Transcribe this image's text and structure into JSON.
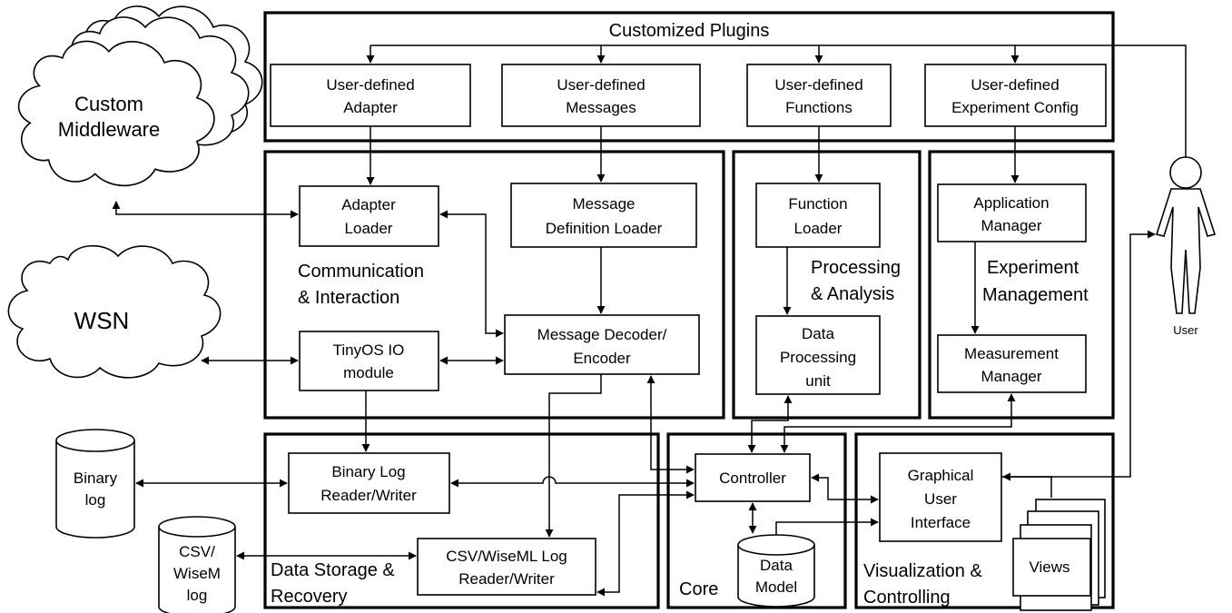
{
  "plugins": {
    "title": "Customized Plugins",
    "adapter": [
      "User-defined",
      "Adapter"
    ],
    "messages": [
      "User-defined",
      "Messages"
    ],
    "functions": [
      "User-defined",
      "Functions"
    ],
    "experiment_config": [
      "User-defined",
      "Experiment Config"
    ]
  },
  "external": {
    "custom_middleware": [
      "Custom",
      "Middleware"
    ],
    "wsn": "WSN",
    "binary_log": [
      "Binary",
      "log"
    ],
    "csv_log": [
      "CSV/",
      "WiseM",
      "log"
    ],
    "user": "User"
  },
  "communication": {
    "title": [
      "Communication",
      "& Interaction"
    ],
    "adapter_loader": [
      "Adapter",
      "Loader"
    ],
    "message_definition_loader": [
      "Message",
      "Definition Loader"
    ],
    "tinyos_io_module": [
      "TinyOS IO",
      "module"
    ],
    "message_decoder_encoder": [
      "Message Decoder/",
      "Encoder"
    ]
  },
  "processing": {
    "title": [
      "Processing",
      "& Analysis"
    ],
    "function_loader": [
      "Function",
      "Loader"
    ],
    "data_processing_unit": [
      "Data",
      "Processing",
      "unit"
    ]
  },
  "experiment": {
    "title": [
      "Experiment",
      "Management"
    ],
    "application_manager": [
      "Application",
      "Manager"
    ],
    "measurement_manager": [
      "Measurement",
      "Manager"
    ]
  },
  "storage": {
    "title": [
      "Data Storage &",
      "Recovery"
    ],
    "binary_log_rw": [
      "Binary Log",
      "Reader/Writer"
    ],
    "csv_wiseml_rw": [
      "CSV/WiseML Log",
      "Reader/Writer"
    ]
  },
  "core": {
    "title": "Core",
    "controller": "Controller",
    "data_model": [
      "Data",
      "Model"
    ]
  },
  "visualization": {
    "title": [
      "Visualization &",
      "Controlling"
    ],
    "gui": [
      "Graphical",
      "User",
      "Interface"
    ],
    "views": "Views"
  }
}
